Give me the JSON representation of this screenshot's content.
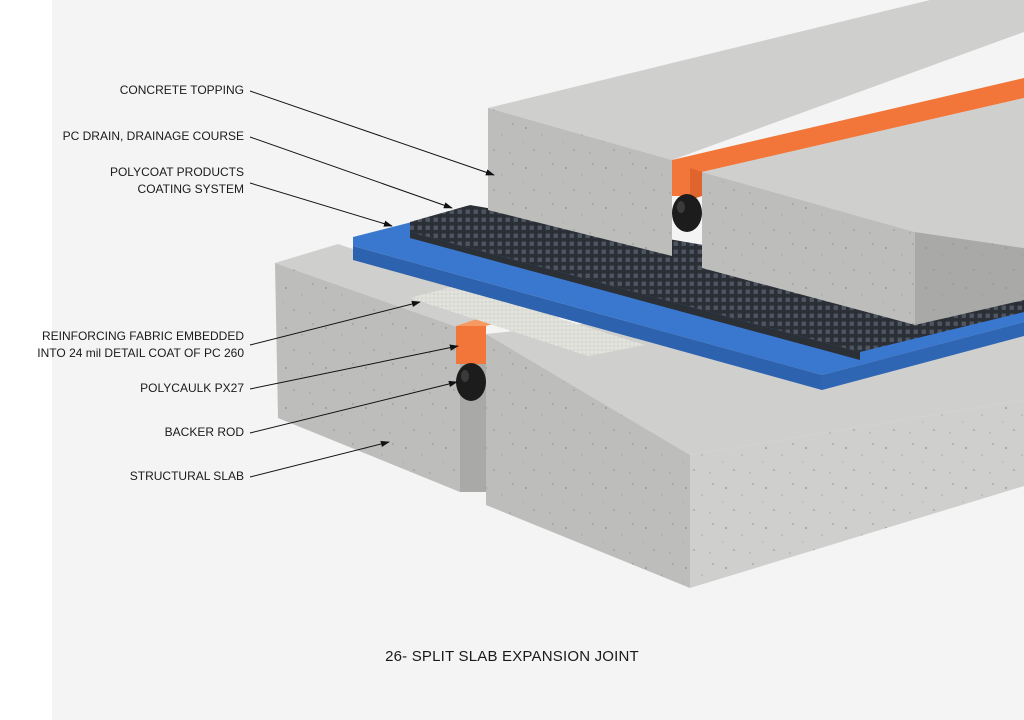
{
  "diagram": {
    "title": "26- SPLIT SLAB EXPANSION JOINT",
    "labels": {
      "concrete_topping": "CONCRETE TOPPING",
      "pc_drain": "PC DRAIN, DRAINAGE COURSE",
      "coating_line1": "POLYCOAT PRODUCTS",
      "coating_line2": "COATING SYSTEM",
      "fabric_line1": "REINFORCING FABRIC EMBEDDED",
      "fabric_line2": "INTO 24 mil DETAIL COAT OF PC 260",
      "polycaulk": "POLYCAULK PX27",
      "backer_rod": "BACKER ROD",
      "structural_slab": "STRUCTURAL SLAB"
    }
  },
  "colors": {
    "concrete_top": "#cfcfce",
    "concrete_front": "#bdbdbc",
    "concrete_side": "#a9a9a8",
    "coating_blue": "#3a78cf",
    "drain_mat": "#2b2f36",
    "caulk_orange": "#f2763a",
    "backer_rod": "#1c1c1c",
    "fabric": "#e6e6e1",
    "backdrop": "#f4f4f4"
  }
}
